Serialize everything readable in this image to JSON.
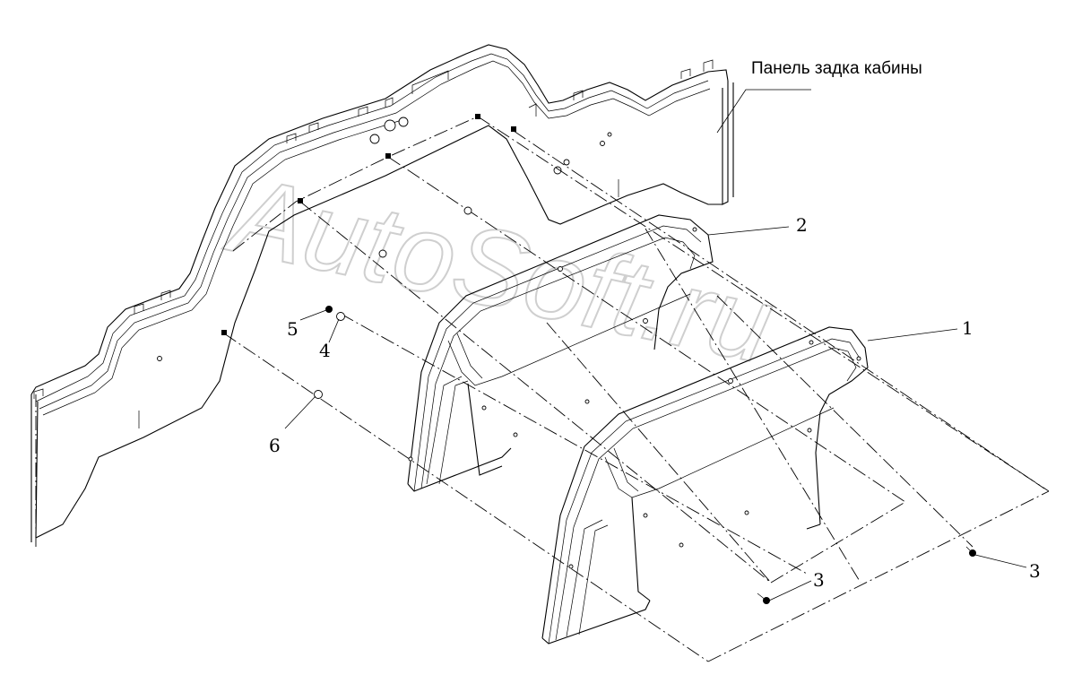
{
  "panel_label": "Панель задка кабины",
  "watermark": "AutoSoft.ru",
  "callouts": {
    "c1": "1",
    "c2": "2",
    "c3a": "3",
    "c3b": "3",
    "c4": "4",
    "c5": "5",
    "c6": "6"
  }
}
